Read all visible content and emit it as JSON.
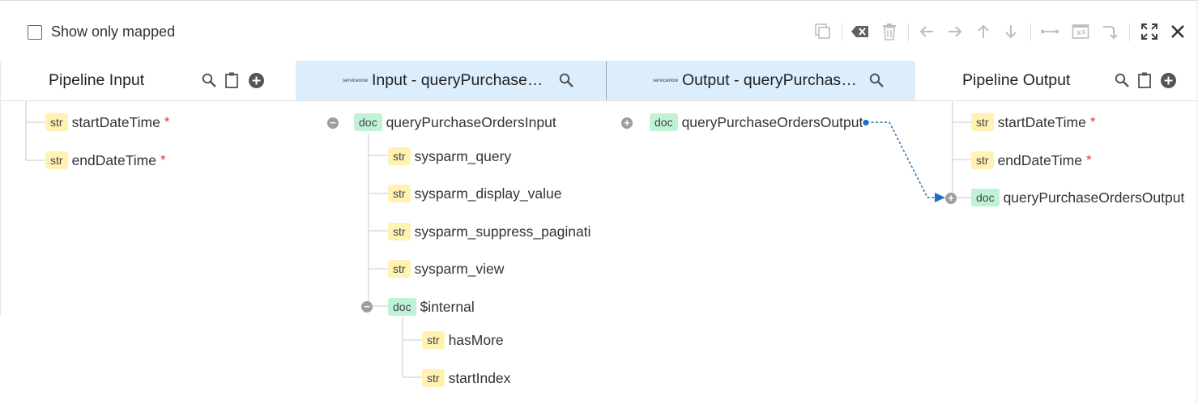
{
  "toolbar": {
    "show_only_mapped_label": "Show only mapped",
    "icons": [
      "copy-icon",
      "clear-icon",
      "delete-icon",
      "arrow-left-icon",
      "arrow-right-icon",
      "arrow-up-icon",
      "arrow-down-icon",
      "map-link-icon",
      "transformer-icon",
      "indent-icon",
      "fullscreen-icon",
      "close-icon"
    ]
  },
  "columns": {
    "pipeline_input": {
      "title": "Pipeline Input"
    },
    "service_input": {
      "logo": "servicenow",
      "title": "Input - queryPurchaseOrdersInput"
    },
    "service_output": {
      "logo": "servicenow",
      "title": "Output - queryPurchaseOrdersOutput"
    },
    "pipeline_output": {
      "title": "Pipeline Output"
    }
  },
  "pipeline_input": [
    {
      "type": "str",
      "name": "startDateTime",
      "required": "*"
    },
    {
      "type": "str",
      "name": "endDateTime",
      "required": "*"
    }
  ],
  "service_input": {
    "root": {
      "type": "doc",
      "name": "queryPurchaseOrdersInput"
    },
    "children": [
      {
        "type": "str",
        "name": "sysparm_query"
      },
      {
        "type": "str",
        "name": "sysparm_display_value"
      },
      {
        "type": "str",
        "name": "sysparm_suppress_paginati"
      },
      {
        "type": "str",
        "name": "sysparm_view"
      }
    ],
    "internal": {
      "type": "doc",
      "name": "$internal"
    },
    "internal_children": [
      {
        "type": "str",
        "name": "hasMore"
      },
      {
        "type": "str",
        "name": "startIndex"
      }
    ]
  },
  "service_output": {
    "root": {
      "type": "doc",
      "name": "queryPurchaseOrdersOutput"
    }
  },
  "pipeline_output": [
    {
      "type": "str",
      "name": "startDateTime",
      "required": "*"
    },
    {
      "type": "str",
      "name": "endDateTime",
      "required": "*"
    },
    {
      "type": "doc",
      "name": "queryPurchaseOrdersOutput"
    }
  ],
  "colors": {
    "header_highlight": "#dcedfb",
    "str_badge": "#fff2b3",
    "doc_badge": "#bff2d6",
    "required": "#e53935",
    "mapping_line": "#1e6fc2"
  }
}
